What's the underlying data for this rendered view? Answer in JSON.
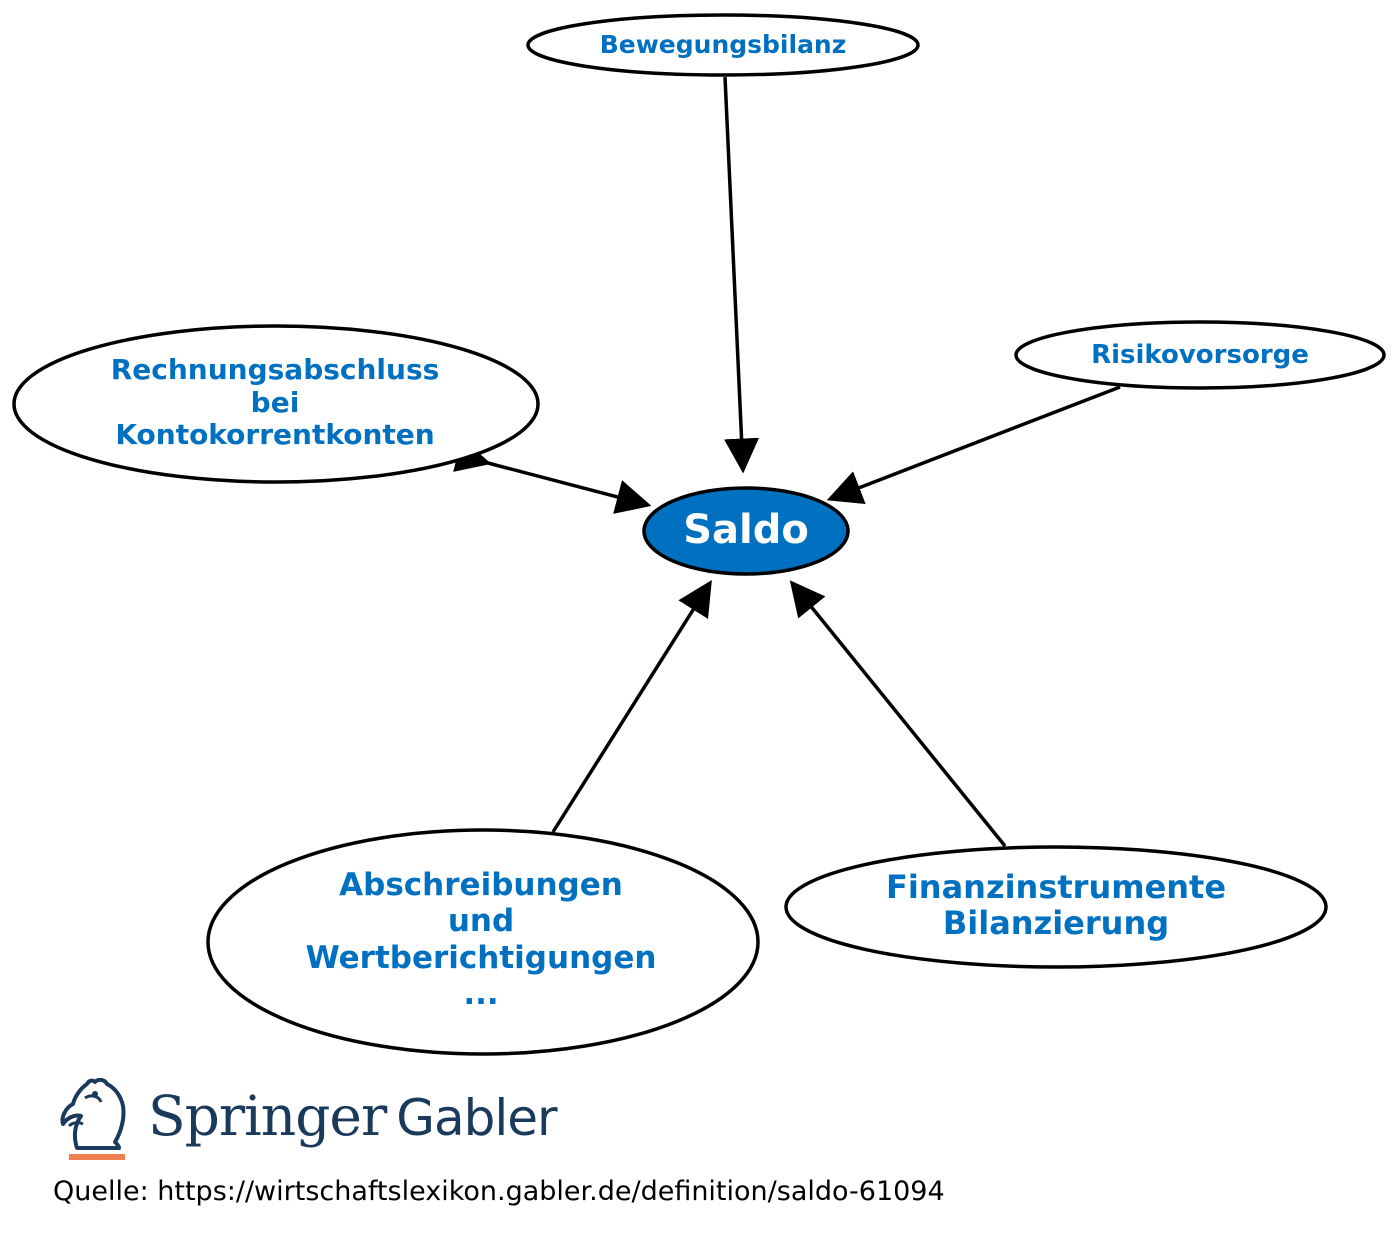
{
  "center": {
    "label": "Saldo"
  },
  "nodes": {
    "bewegungsbilanz": {
      "label": "Bewegungsbilanz"
    },
    "risikovorsorge": {
      "label": "Risikovorsorge"
    },
    "rechnungsabschluss": {
      "lines": [
        "Rechnungsabschluss",
        "bei",
        "Kontokorrentkonten"
      ]
    },
    "abschreibungen": {
      "lines": [
        "Abschreibungen",
        "und",
        "Wertberichtigungen",
        "..."
      ]
    },
    "finanzinstrumente": {
      "lines": [
        "Finanzinstrumente",
        "Bilanzierung"
      ]
    }
  },
  "logo": {
    "springer": "Springer",
    "gabler": "Gabler"
  },
  "source": "Quelle: https://wirtschaftslexikon.gabler.de/definition/saldo-61094",
  "colors": {
    "accent": "#0070c0",
    "logo": "#1a3a5c",
    "logo_underline": "#f08050"
  }
}
